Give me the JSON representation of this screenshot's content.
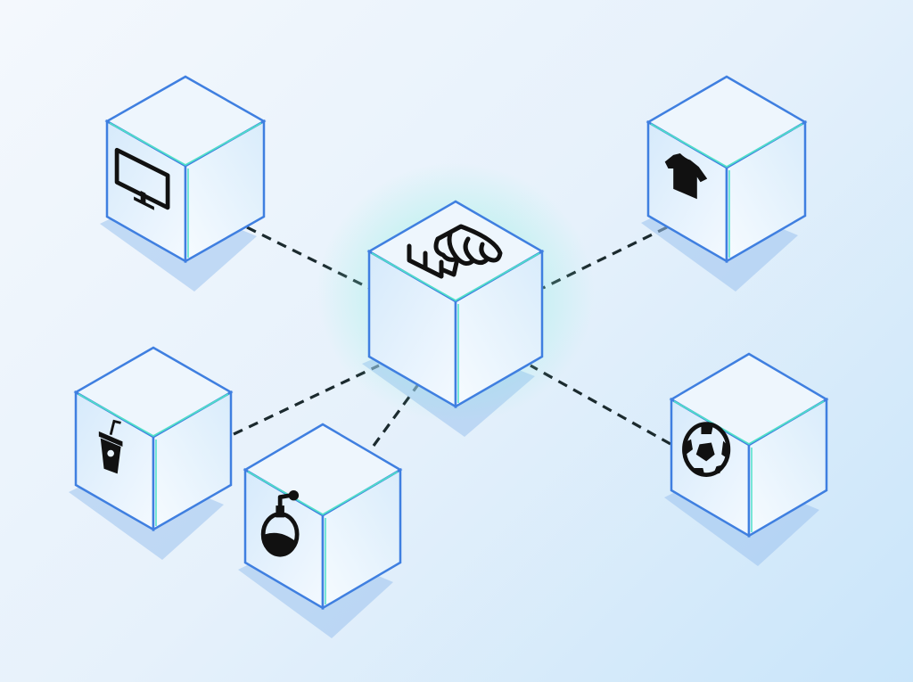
{
  "colors": {
    "edge": "#3f7fe0",
    "edge_accent": "#4fe0c8",
    "face_top": "#eef6fd",
    "face_left": "#dcedfb",
    "face_right": "#e9f4fd",
    "shadow": "#9cc3ef",
    "connector": "#1b2a2e",
    "glow": "#8af0e0",
    "icon": "#111111"
  },
  "hub": {
    "name": "store",
    "icon": "storefront-icon"
  },
  "nodes": [
    {
      "name": "electronics",
      "icon": "monitor-icon"
    },
    {
      "name": "apparel",
      "icon": "tshirt-icon"
    },
    {
      "name": "beverages",
      "icon": "drink-cup-icon"
    },
    {
      "name": "fragrance",
      "icon": "perfume-bottle-icon"
    },
    {
      "name": "sports",
      "icon": "soccer-ball-icon"
    }
  ]
}
